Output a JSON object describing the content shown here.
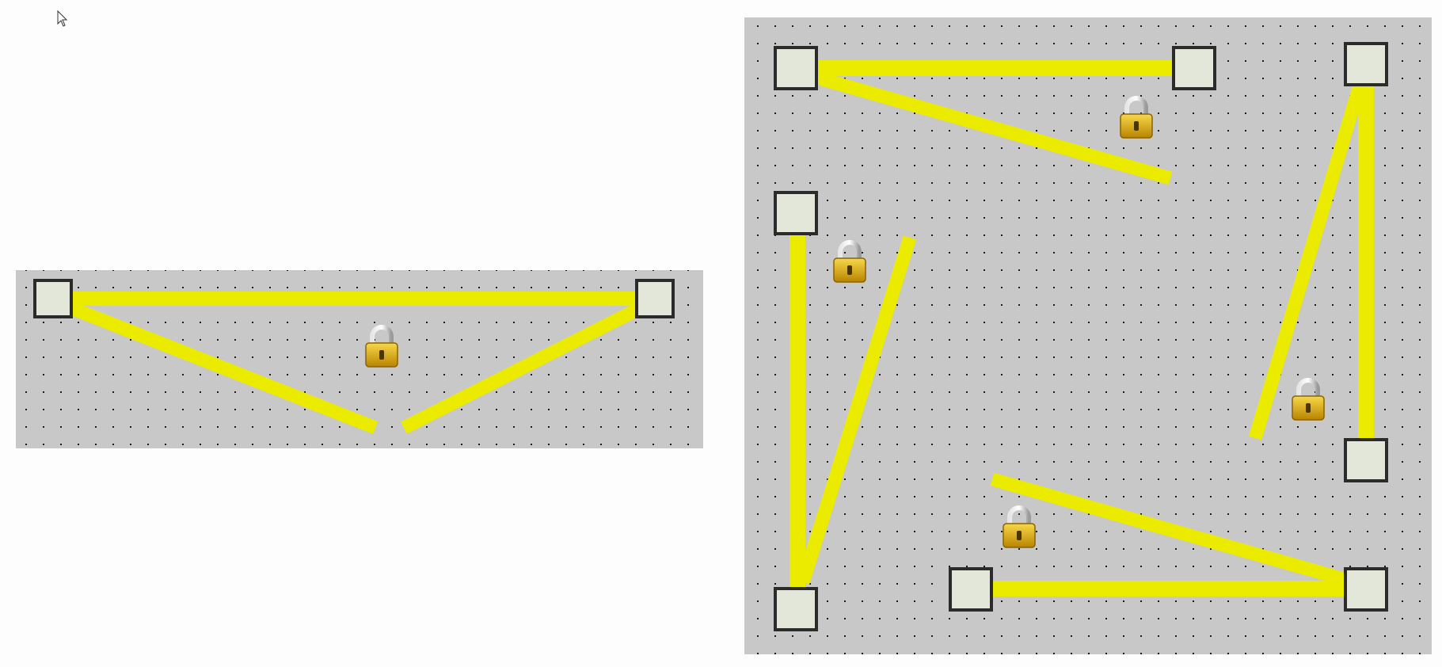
{
  "canvas": {
    "background": "#fdfdfd",
    "panel_background": "#c8c8c8",
    "grid_dot_color": "#1a1a1a"
  },
  "styles": {
    "line_color": "#ebeb00",
    "node_fill": "#e3e7da",
    "node_border": "#2b2b2b",
    "lock_body": "#d9a400",
    "lock_shackle": "#c8c8c8"
  },
  "cursor": {
    "icon": "mouse-pointer-icon"
  },
  "panels": [
    {
      "id": "left-panel",
      "connectors": 1,
      "lock_icons": 1,
      "nodes": 2
    },
    {
      "id": "right-panel",
      "connectors": 4,
      "lock_icons": 4,
      "nodes": 8
    }
  ]
}
